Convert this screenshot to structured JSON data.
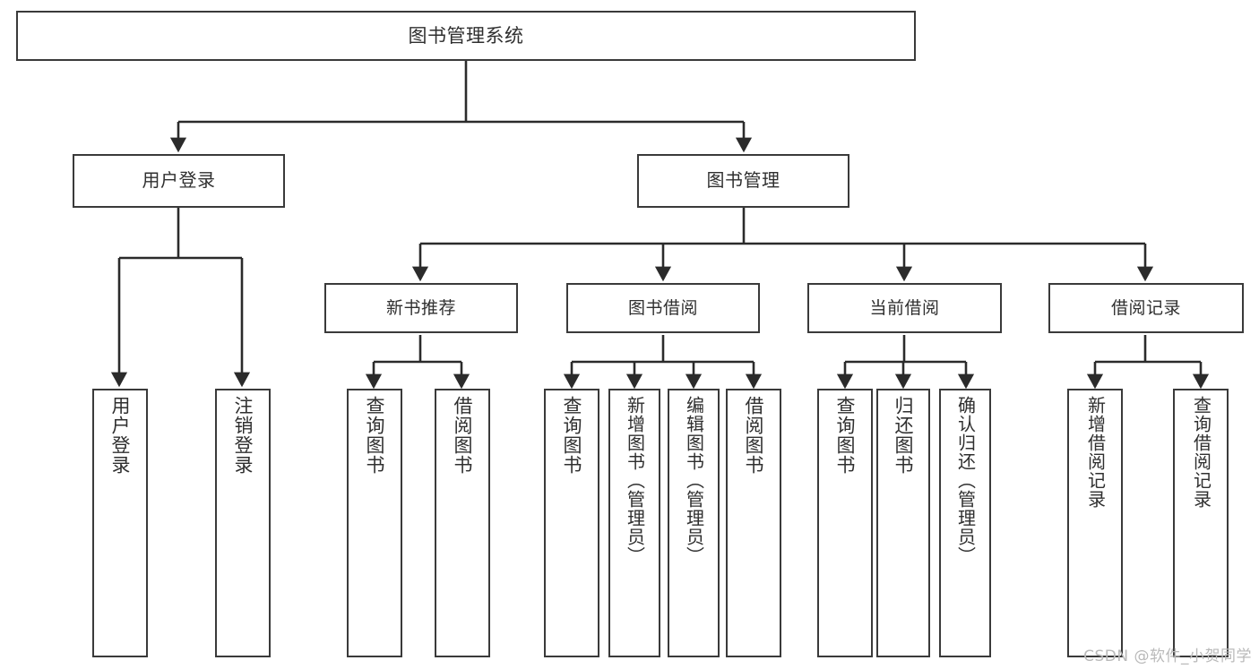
{
  "diagram": {
    "title": "图书管理系统",
    "type": "hierarchy-tree",
    "watermark": "CSDN @软件_小贺同学",
    "colors": {
      "box_border": "#3a3a3a",
      "box_fill": "#ffffff",
      "text": "#2f2f2f",
      "edge": "#2b2b2b",
      "watermark": "#b9b9b9",
      "background": "#ffffff"
    },
    "nodes": {
      "root": {
        "label": "图书管理系统"
      },
      "level2": [
        {
          "id": "user-login",
          "label": "用户登录"
        },
        {
          "id": "book-manage",
          "label": "图书管理"
        }
      ],
      "level3": [
        {
          "id": "new-book-recommend",
          "label": "新书推荐"
        },
        {
          "id": "book-borrow",
          "label": "图书借阅"
        },
        {
          "id": "current-borrow",
          "label": "当前借阅"
        },
        {
          "id": "borrow-record",
          "label": "借阅记录"
        }
      ],
      "leaves": {
        "user-login": [
          {
            "id": "leaf-user-login",
            "label": "用户登录"
          },
          {
            "id": "leaf-logout-login",
            "label": "注销登录"
          }
        ],
        "new-book-recommend": [
          {
            "id": "leaf-query-book-1",
            "label": "查询图书"
          },
          {
            "id": "leaf-borrow-book-1",
            "label": "借阅图书"
          }
        ],
        "book-borrow": [
          {
            "id": "leaf-query-book-2",
            "label": "查询图书"
          },
          {
            "id": "leaf-add-book",
            "label": "新增图书（管理员）"
          },
          {
            "id": "leaf-edit-book",
            "label": "编辑图书（管理员）"
          },
          {
            "id": "leaf-borrow-book-2",
            "label": "借阅图书"
          }
        ],
        "current-borrow": [
          {
            "id": "leaf-query-book-3",
            "label": "查询图书"
          },
          {
            "id": "leaf-return-book",
            "label": "归还图书"
          },
          {
            "id": "leaf-confirm-return",
            "label": "确认归还（管理员）"
          }
        ],
        "borrow-record": [
          {
            "id": "leaf-add-record",
            "label": "新增借阅记录"
          },
          {
            "id": "leaf-query-record",
            "label": "查询借阅记录"
          }
        ]
      }
    }
  }
}
